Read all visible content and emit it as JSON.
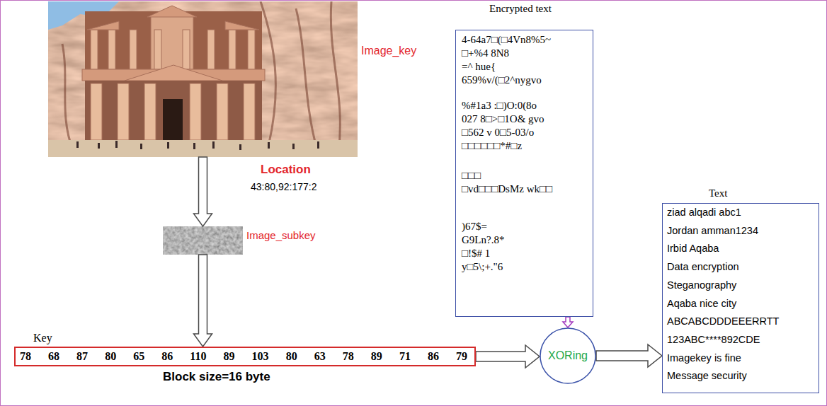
{
  "diagram": {
    "nodes": [
      {
        "text": [
          "Image_key"
        ]
      },
      {
        "text": [
          "Image_subkey"
        ]
      },
      {
        "text": [
          "Key",
          "78 68 87 80 65 86 110 89 103 80 63 78 89 71 86 79",
          "Block size=16 byte"
        ]
      },
      {
        "text": [
          "Encrypted text",
          "4-64a7□(□4Vn8%5~",
          "□+%4 8N8",
          "=^ hue{",
          "659%v/(□2^nygvo",
          "%#1a3 :□)O:0(8o",
          "027 8□>□1O& gvo",
          "□562 v 0□5-03/o",
          "□□□□□□*#□z",
          "□□□",
          "□vd□□□DsMz wk□□",
          ")67$=",
          "G9Ln?.8*",
          "□!$# 1",
          "y□5\\;+.\"6"
        ]
      },
      {
        "text": [
          "XORing"
        ]
      },
      {
        "text": [
          "Text",
          "ziad alqadi abc1",
          "Jordan amman1234",
          "Irbid Aqaba",
          "Data encryption",
          "Steganography",
          "Aqaba nice city",
          "ABCABCDDDEEERRTT",
          "123ABC****892CDE",
          "Imagekey is fine",
          "Message security"
        ]
      }
    ],
    "edges": [
      {
        "from": 0,
        "to": 1,
        "arrow": "to"
      },
      {
        "from": 1,
        "to": 2,
        "arrow": "to"
      },
      {
        "from": 2,
        "to": 4,
        "arrow": "to"
      },
      {
        "from": 3,
        "to": 4,
        "arrow": "to"
      },
      {
        "from": 4,
        "to": 5,
        "arrow": "to"
      }
    ],
    "labels": [
      "Location",
      "43:80,92:177:2"
    ]
  }
}
